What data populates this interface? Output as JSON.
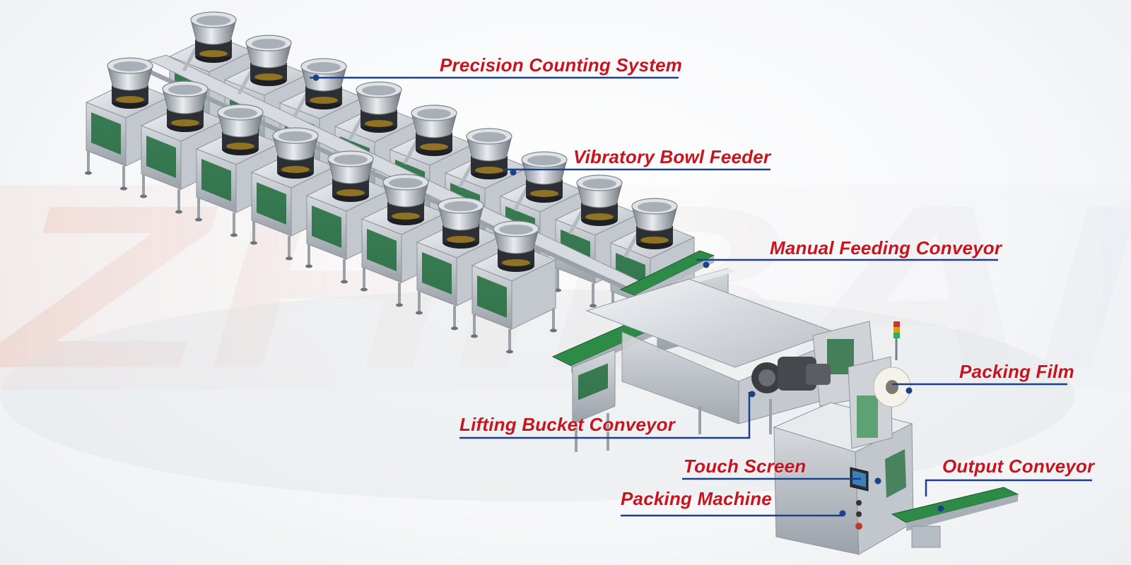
{
  "watermark": {
    "text": "ZHIBAI",
    "color": "#e7a79a"
  },
  "colors": {
    "label": "#c8141e",
    "leader_line": "#1e3f8a",
    "steel": "#c9ced4",
    "panel_green": "#1f6b3a",
    "belt_green": "#2e8b47"
  },
  "callouts": [
    {
      "id": "precision-counting-system",
      "text": "Precision Counting System"
    },
    {
      "id": "vibratory-bowl-feeder",
      "text": "Vibratory Bowl Feeder"
    },
    {
      "id": "manual-feeding-conveyor",
      "text": "Manual Feeding Conveyor"
    },
    {
      "id": "packing-film",
      "text": "Packing Film"
    },
    {
      "id": "lifting-bucket-conveyor",
      "text": "Lifting Bucket Conveyor"
    },
    {
      "id": "touch-screen",
      "text": "Touch Screen"
    },
    {
      "id": "output-conveyor",
      "text": "Output Conveyor"
    },
    {
      "id": "packing-machine",
      "text": "Packing Machine"
    }
  ]
}
